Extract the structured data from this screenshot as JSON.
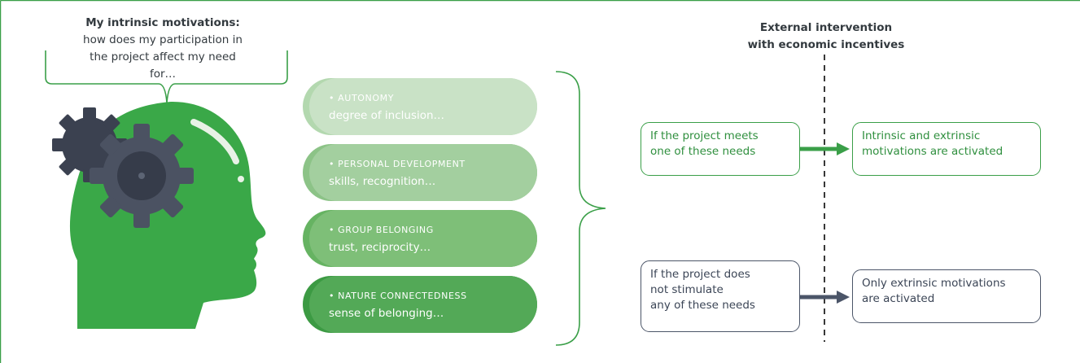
{
  "intrinsic_header": {
    "title": "My intrinsic motivations:",
    "line2": "how does my participation in",
    "line3": "the project affect my need for…"
  },
  "external": {
    "line1": "External intervention",
    "line2": "with economic incentives"
  },
  "needs": [
    {
      "label": "• AUTONOMY",
      "detail": "degree of inclusion…",
      "color": "#c9e2c6"
    },
    {
      "label": "• PERSONAL DEVELOPMENT",
      "detail": "skills, recognition…",
      "color": "#a3cf9f"
    },
    {
      "label": "• GROUP BELONGING",
      "detail": "trust, reciprocity…",
      "color": "#7ebf78"
    },
    {
      "label": "• NATURE CONNECTEDNESS",
      "detail": "sense of belonging…",
      "color": "#53a957"
    }
  ],
  "outcomes": {
    "positive": {
      "condition_line1": "If the project meets",
      "condition_line2": "one of these needs",
      "result_line1": "Intrinsic and extrinsic",
      "result_line2": "motivations are activated",
      "color": "#3a9f48"
    },
    "negative": {
      "condition_line1": "If the project does",
      "condition_line2": "not stimulate",
      "condition_line3": "any of these needs",
      "result_line1": "Only extrinsic motivations",
      "result_line2": "are activated",
      "color": "#4b5568"
    }
  },
  "icons": [
    "head-silhouette-icon",
    "gear-icon",
    "speech-bubble-icon",
    "brace-icon",
    "arrow-right-icon"
  ],
  "colors": {
    "frame": "#3a9f48",
    "head": "#3aa848",
    "gear_dark": "#3b4150",
    "gear_mid": "#4b5262",
    "text": "#333a3f"
  }
}
